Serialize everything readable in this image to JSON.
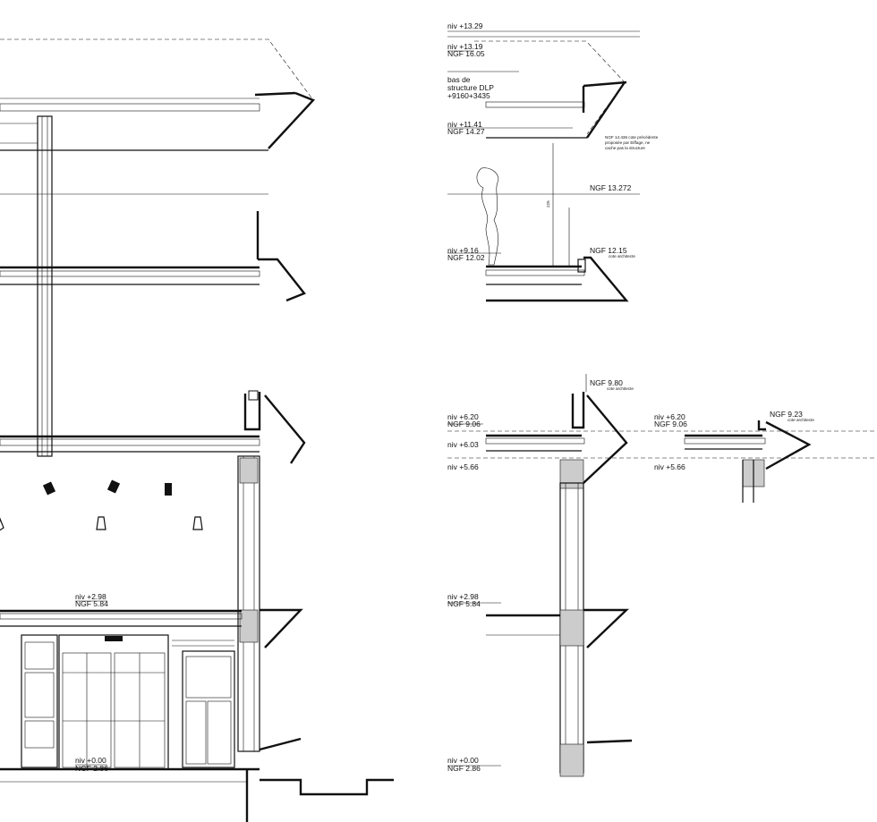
{
  "levels_top": {
    "l1329": "niv +13.29",
    "l1319": "niv +13.19",
    "ngf1605": "NGF 16.05",
    "bas1": "bas de",
    "bas2": "structure DLP",
    "bas3": "+9160+3435",
    "l1141": "niv +11.41",
    "ngf1427": "NGF 14.27",
    "ngf13272": "NGF 13.272",
    "l916": "niv +9.16",
    "ngf1202": "NGF 12.02",
    "ngf1215": "NGF  12.15",
    "cote1": "cote architecte",
    "note1": "NGF 14.436 cote précédente",
    "note2": "proposée par Eiffage, ne",
    "note3": "cache pas la structure",
    "dim225": "225"
  },
  "levels_mid": {
    "ngf980": "NGF  9.80",
    "cote2": "cote architecte",
    "l620a": "niv +6.20",
    "ngf906a": "NGF  9.06",
    "l603": "niv +6.03",
    "l566a": "niv +5.66",
    "l620b": "niv +6.20",
    "ngf906b": "NGF  9.06",
    "l566b": "niv +5.66",
    "ngf923": "NGF  9.23",
    "cote3": "cote architecte"
  },
  "levels_low": {
    "l298a": "niv +2.98",
    "ngf584a": "NGF  5.84",
    "l000a": "niv +0.00",
    "ngf286a": "NGF  2.86",
    "l298b": "niv +2.98",
    "ngf584b": "NGF  5.84",
    "l000b": "niv +0.00",
    "ngf286b": "NGF  2.86"
  }
}
